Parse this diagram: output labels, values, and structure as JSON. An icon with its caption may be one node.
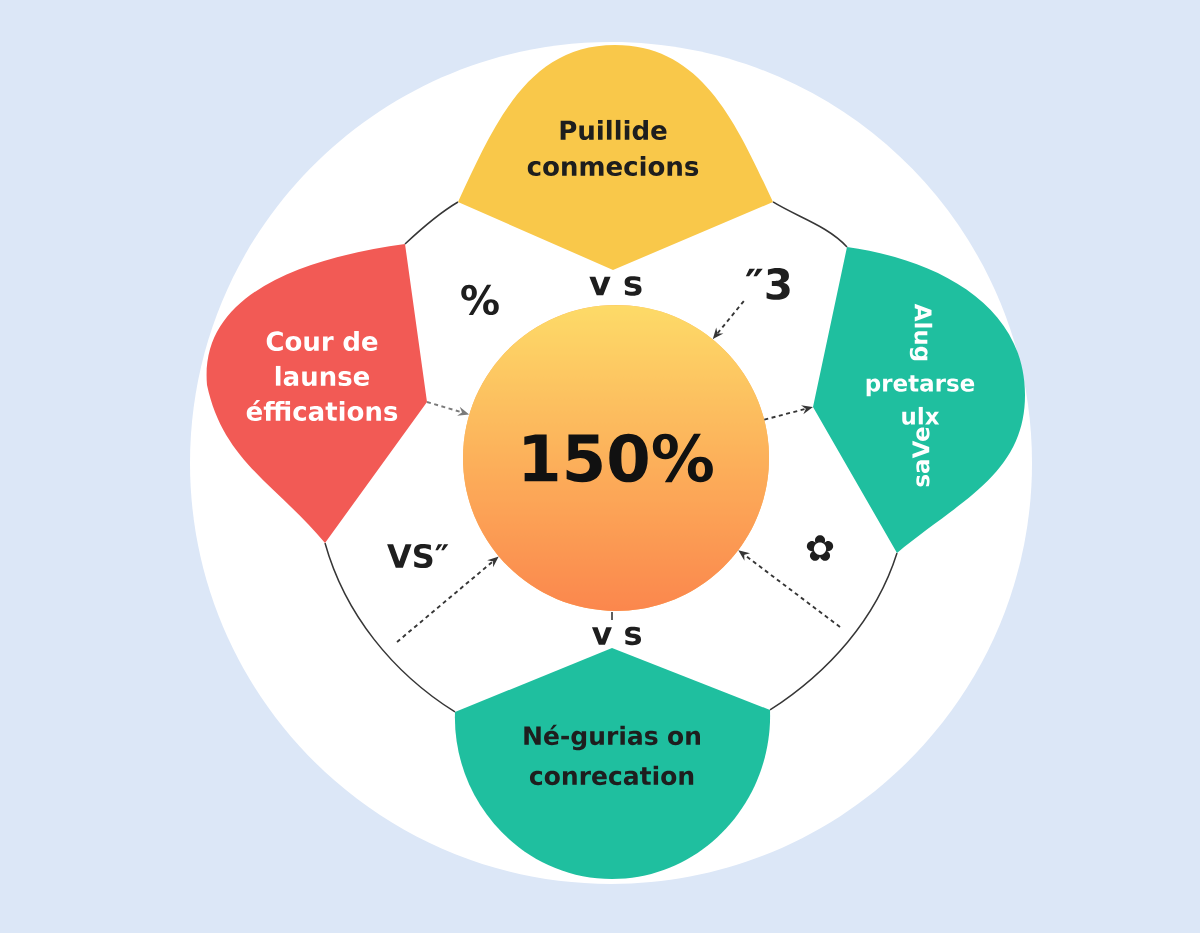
{
  "diagram": {
    "nodes": [
      {
        "text": [
          "Puillide conmecions"
        ]
      },
      {
        "text": [
          "Cour de launse éffications"
        ]
      },
      {
        "text": [
          "Alug",
          "pretarse ulx",
          "saVe"
        ]
      },
      {
        "text": [
          "150%"
        ]
      },
      {
        "text": [
          "Né-gurias on conrecation"
        ]
      },
      {
        "text": [
          "″3"
        ]
      }
    ],
    "edges": [
      {
        "from": 0,
        "to": 1,
        "arrow": "none"
      },
      {
        "from": 0,
        "to": 2,
        "arrow": "none"
      },
      {
        "from": 1,
        "to": 3,
        "arrow": "to",
        "style": "dashed",
        "color": "#7a7a7a"
      },
      {
        "from": 5,
        "to": 3,
        "arrow": "to",
        "style": "dashed"
      },
      {
        "from": 3,
        "to": 2,
        "arrow": "to",
        "style": "dashed"
      },
      {
        "from": 1,
        "to": 4,
        "arrow": "none"
      },
      {
        "from": 2,
        "to": 4,
        "arrow": "none"
      },
      {
        "from": null,
        "to": 3,
        "arrow": "to",
        "style": "dashed"
      },
      {
        "from": null,
        "to": 3,
        "arrow": "to",
        "style": "dashed"
      }
    ],
    "labels": [
      "%",
      "v s",
      "VS″",
      "✿",
      "v s"
    ]
  }
}
